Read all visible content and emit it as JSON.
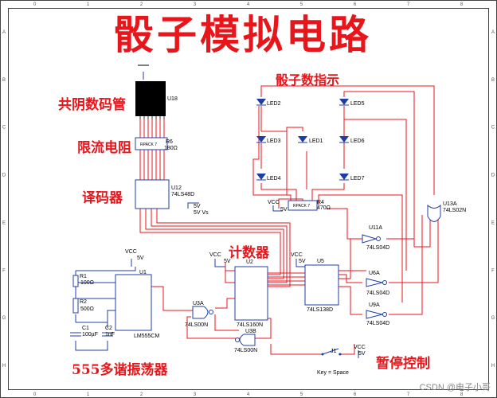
{
  "title": "骰子模拟电路",
  "labels": {
    "display": "共阴数码管",
    "resistor": "限流电阻",
    "decoder": "译码器",
    "dice_indicator": "骰子数指示",
    "counter": "计数器",
    "oscillator": "555多谐振荡器",
    "pause": "暂停控制"
  },
  "border": {
    "columns": [
      "0",
      "1",
      "2",
      "3",
      "4",
      "5",
      "6",
      "7",
      "8"
    ],
    "rows": [
      "A",
      "B",
      "C",
      "D",
      "E",
      "F",
      "G",
      "H"
    ]
  },
  "components": {
    "u18": "U18",
    "r6": "R6",
    "r6_value": "180Ω",
    "rpack": "RPACK 7",
    "u12": "U12",
    "u12_type": "74LS48D",
    "vcc": "VCC",
    "v5": "5V",
    "vs": "5V Vs",
    "leds": [
      "LED2",
      "LED5",
      "LED3",
      "LED1",
      "LED6",
      "LED4",
      "LED7"
    ],
    "r4": "R4",
    "r4_value": "470Ω",
    "u13a": "U13A",
    "u13a_type": "74LS02N",
    "u11a": "U11A",
    "u11a_type": "74LS04D",
    "u6a": "U6A",
    "u6a_type": "74LS04D",
    "u9a": "U9A",
    "u9a_type": "74LS04D",
    "u2": "U2",
    "u2_type": "74LS160N",
    "u5": "U5",
    "u5_type": "74LS138D",
    "u1": "U1",
    "u1_type": "LM555CM",
    "r1": "R1",
    "r1_value": "100Ω",
    "r2": "R2",
    "r2_value": "500Ω",
    "c1": "C1",
    "c1_value": "100µF",
    "c2": "C2",
    "c2_value": "1nF",
    "u3a": "U3A",
    "u3a_type": "74LS00N",
    "u3b": "U3B",
    "u3b_type": "74LS00N",
    "j1": "J1",
    "j1_key": "Key = Space"
  },
  "watermark": "CSDN @电子小哥"
}
